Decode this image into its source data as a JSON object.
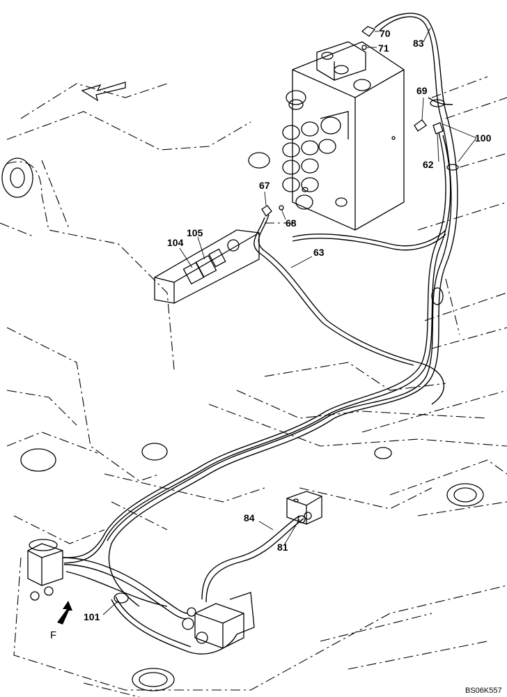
{
  "diagram": {
    "reference_code": "BS06K557",
    "direction_label": "F",
    "callouts": {
      "c70": "70",
      "c71": "71",
      "c83": "83",
      "c69": "69",
      "c100": "100",
      "c62": "62",
      "c67": "67",
      "c68": "68",
      "c63": "63",
      "c104": "104",
      "c105": "105",
      "c84": "84",
      "c81": "81",
      "c101": "101"
    }
  }
}
